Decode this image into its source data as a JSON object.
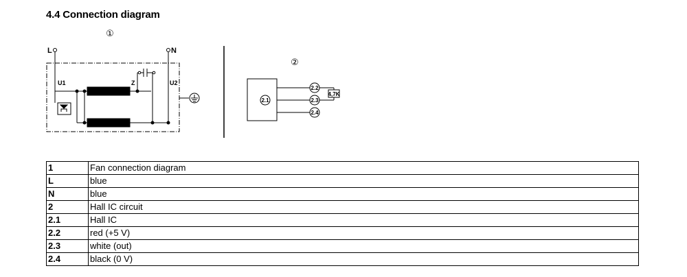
{
  "heading": "4.4 Connection diagram",
  "diagram1": {
    "marker": "①",
    "labels": {
      "l": "L",
      "n": "N",
      "u1": "U1",
      "u2": "U2",
      "z": "Z"
    }
  },
  "diagram2": {
    "marker": "②",
    "labels": {
      "box": "2.1",
      "p22": "2.2",
      "p23": "2.3",
      "p24": "2.4",
      "resistor": "4,7K"
    }
  },
  "legend": [
    {
      "key": "1",
      "value": "Fan connection diagram"
    },
    {
      "key": "L",
      "value": "blue"
    },
    {
      "key": "N",
      "value": "blue"
    },
    {
      "key": "2",
      "value": "Hall IC circuit"
    },
    {
      "key": "2.1",
      "value": "Hall IC"
    },
    {
      "key": "2.2",
      "value": "red (+5 V)"
    },
    {
      "key": "2.3",
      "value": "white (out)"
    },
    {
      "key": "2.4",
      "value": "black (0 V)"
    }
  ]
}
